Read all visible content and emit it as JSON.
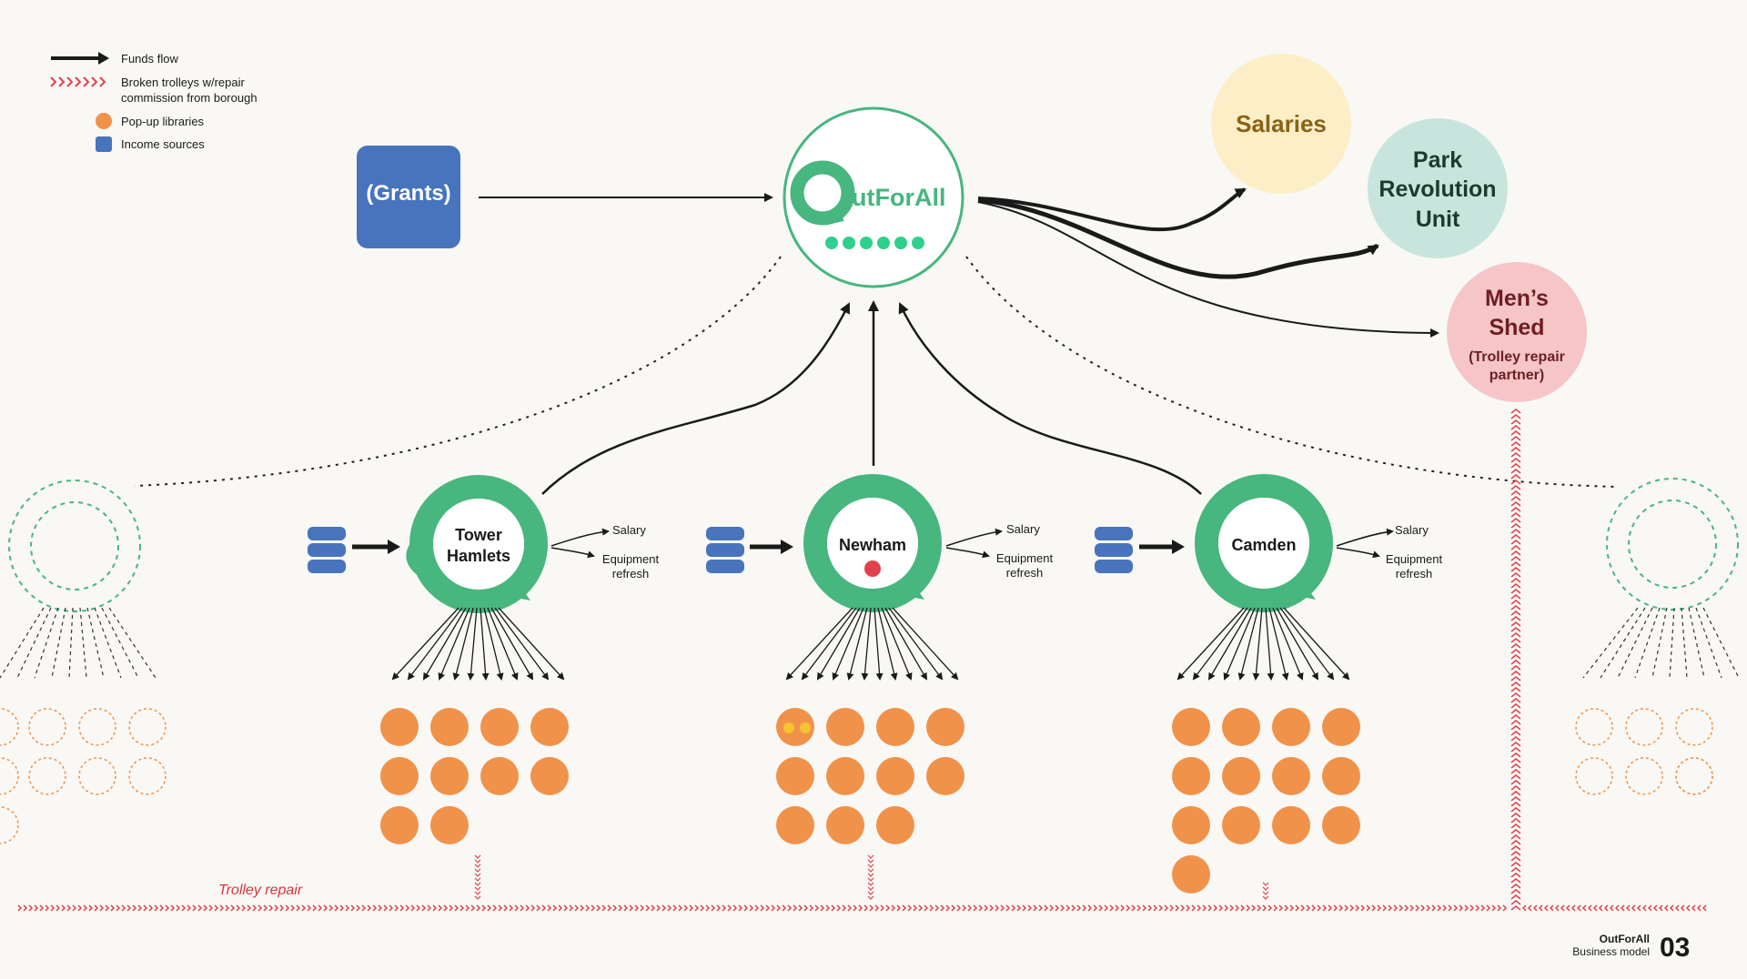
{
  "legend": {
    "funds_flow": "Funds flow",
    "broken_trolleys_line1": "Broken trolleys w/repair",
    "broken_trolleys_line2": "commission from borough",
    "popup_libraries": "Pop-up libraries",
    "income_sources": "Income sources"
  },
  "grants": {
    "label": "(Grants)"
  },
  "hub": {
    "logo_text": "utForAll"
  },
  "recipients": {
    "salaries": "Salaries",
    "park_line1": "Park",
    "park_line2": "Revolution",
    "park_line3": "Unit",
    "mens_line1": "Men’s",
    "mens_line2": "Shed",
    "mens_sub1": "(Trolley repair",
    "mens_sub2": "partner)"
  },
  "boroughs": {
    "tower_line1": "Tower",
    "tower_line2": "Hamlets",
    "newham": "Newham",
    "camden": "Camden"
  },
  "outputs": {
    "salary": "Salary",
    "equip_line1": "Equipment",
    "equip_line2": "refresh"
  },
  "trolley_repair": "Trolley repair",
  "footer": {
    "brand": "OutForAll",
    "subtitle": "Business model",
    "page_number": "03"
  },
  "colors": {
    "green": "#47b67f",
    "orange": "#f0924a",
    "blue": "#4874bd",
    "red": "#e1414c",
    "salaries_fill": "#fcefc8",
    "salaries_text": "#8a6216",
    "park_fill": "#c7e5dc",
    "park_text": "#1e3a2c",
    "mens_fill": "#f5c5c8",
    "mens_text": "#6e1e22"
  }
}
